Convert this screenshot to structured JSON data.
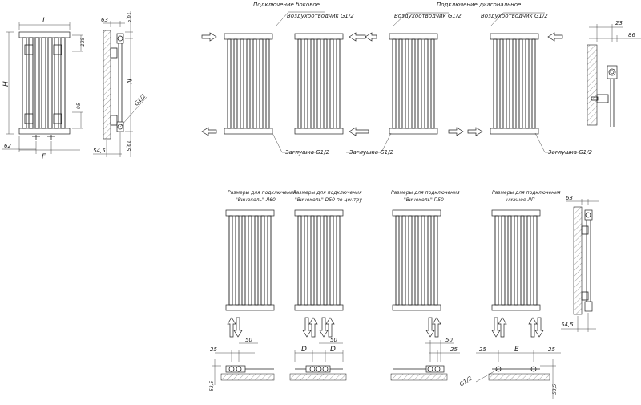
{
  "dimensions": {
    "L": "L",
    "H": "H",
    "F": "F",
    "N": "N",
    "D": "D",
    "E": "E",
    "d62": "62",
    "d125": "125",
    "d95": "95",
    "d63": "63",
    "d19_5": "19,5",
    "d54_5": "54,5",
    "d23": "23",
    "d86": "86",
    "d25": "25",
    "d50": "50",
    "d53_5": "53,5",
    "g12": "G1/2"
  },
  "captions": {
    "side_connection": "Подключение боковое",
    "diagonal_connection": "Подключение диагональное",
    "air_vent": "Воздухоотводчик G1/2",
    "plug": "Заглушка G1/2",
    "conn_1_line1": "Размеры для подключения",
    "conn_1_line2": "\"Виноколь\" Л60",
    "conn_2_line1": "Размеры для подключения",
    "conn_2_line2": "\"Виноколь\" D50 по центру",
    "conn_3_line1": "Размеры для подключения",
    "conn_3_line2": "\"Виноколь\" П50",
    "conn_4_line1": "Размеры для подключения",
    "conn_4_line2": "нижнее ЛП"
  }
}
